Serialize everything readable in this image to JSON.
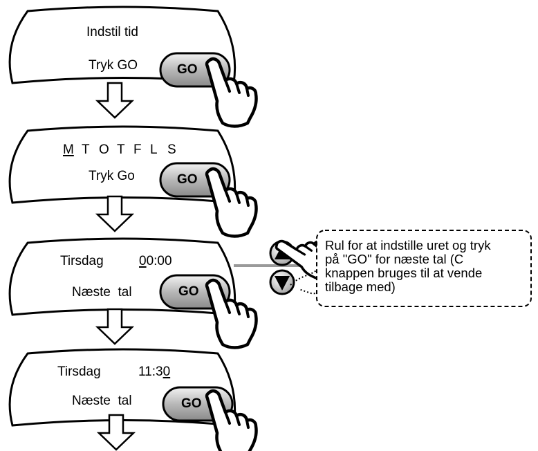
{
  "steps": [
    {
      "line1": "Indstil tid",
      "line2": "Tryk GO",
      "button": "GO"
    },
    {
      "days": [
        "M",
        "T",
        "O",
        "T",
        "F",
        "L",
        "S"
      ],
      "line2": "Tryk Go",
      "button": "GO"
    },
    {
      "day": "Tirsdag",
      "time_digit": "0",
      "time_rest": "0:00",
      "line2": "Næste  tal",
      "button": "GO"
    },
    {
      "day": "Tirsdag",
      "time_rest": "11:3",
      "time_digit": "0",
      "line2": "Næste  tal",
      "button": "GO"
    }
  ],
  "note": {
    "lines": [
      "Rul for at indstille uret og tryk",
      "på \"GO\" for næste tal (C",
      "knappen bruges til at vende",
      "tilbage med)"
    ]
  },
  "icons": [
    "hand-pointer-icon",
    "down-arrow-icon",
    "up-triangle-button-icon",
    "down-triangle-button-icon"
  ]
}
